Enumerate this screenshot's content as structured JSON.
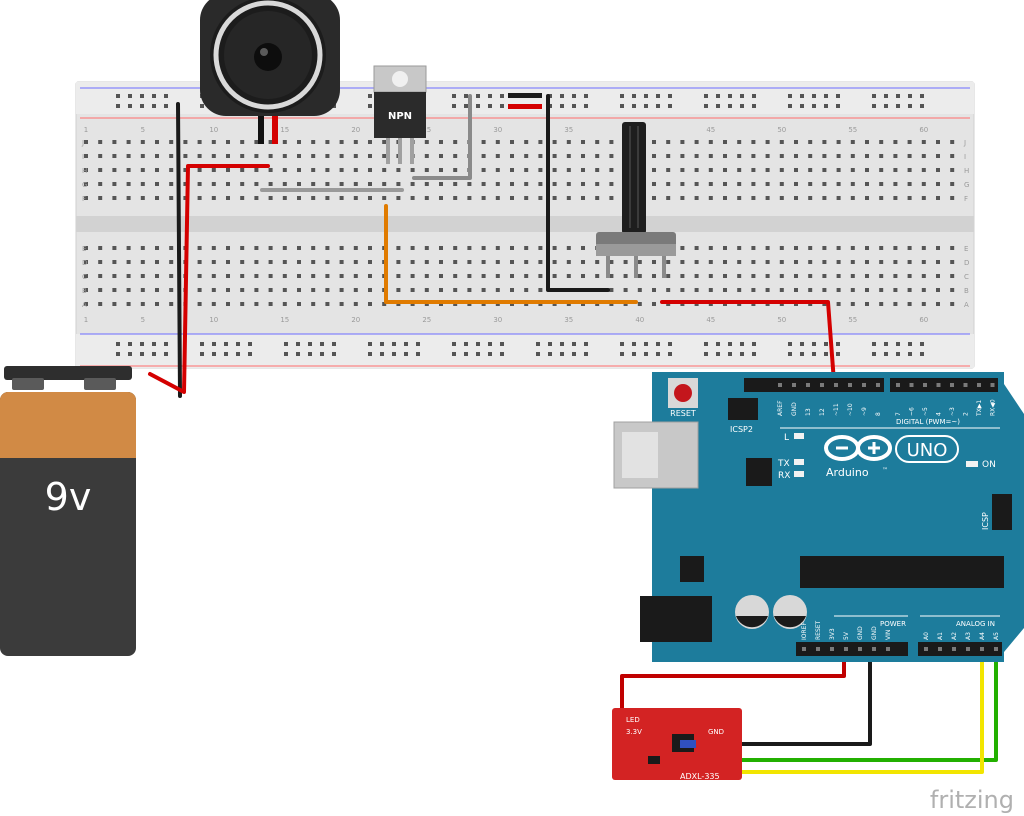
{
  "breadboard": {
    "row_letters_top": [
      "J",
      "I",
      "H",
      "G",
      "F"
    ],
    "row_letters_bottom": [
      "E",
      "D",
      "C",
      "B",
      "A"
    ],
    "column_numbers": [
      "1",
      "5",
      "10",
      "15",
      "20",
      "25",
      "30",
      "35",
      "40",
      "45",
      "50",
      "55",
      "60"
    ]
  },
  "transistor": {
    "label": "NPN"
  },
  "battery": {
    "label": "9v"
  },
  "arduino": {
    "brand": "Arduino",
    "trademark": "™",
    "model": "UNO",
    "reset_label": "RESET",
    "icsp2_label": "ICSP2",
    "icsp_label": "ICSP",
    "digital_label": "DIGITAL (PWM=~)",
    "on_label": "ON",
    "led_l": "L",
    "led_tx": "TX",
    "led_rx": "RX",
    "power_label": "POWER",
    "analog_label": "ANALOG IN",
    "digital_pins": [
      "AREF",
      "GND",
      "13",
      "12",
      "~11",
      "~10",
      "~9",
      "8",
      "7",
      "~6",
      "~5",
      "4",
      "~3",
      "2",
      "TX▶1",
      "RX◀0"
    ],
    "power_pins": [
      "IOREF",
      "RESET",
      "3V3",
      "5V",
      "GND",
      "GND",
      "VIN"
    ],
    "analog_pins": [
      "A0",
      "A1",
      "A2",
      "A3",
      "A4",
      "A5"
    ]
  },
  "sensor": {
    "led_label": "LED",
    "v_label": "3.3V",
    "gnd_label": "GND",
    "chip_label": "ADXL-335"
  },
  "watermark": "fritzing",
  "colors": {
    "breadboard": "#dcdcdc",
    "arduino": "#1d7c9c",
    "wire_red": "#d40000",
    "wire_black": "#1a1a1a",
    "wire_orange": "#e07b00",
    "wire_yellow": "#f2e500",
    "wire_green": "#23b000",
    "wire_gray": "#8a8a8a",
    "battery_top": "#d18a45",
    "battery_body": "#3b3b3b",
    "sensor": "#d32323"
  }
}
